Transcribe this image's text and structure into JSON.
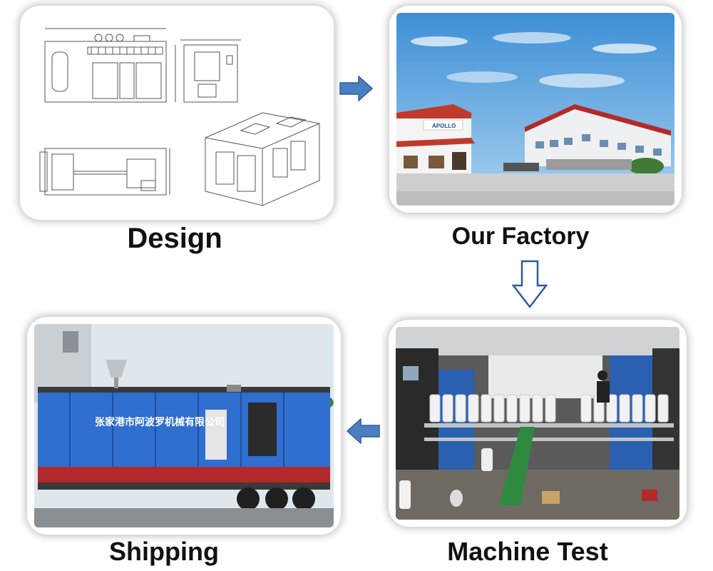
{
  "steps": {
    "design": {
      "label": "Design"
    },
    "factory": {
      "label": "Our Factory",
      "sign_text": "APOLLO"
    },
    "machine_test": {
      "label": "Machine Test"
    },
    "shipping": {
      "label": "Shipping",
      "machine_text": "张家港市阿波罗机械有限公司"
    }
  },
  "arrows": {
    "design_to_factory": "right",
    "factory_to_test": "down",
    "test_to_shipping": "left"
  },
  "colors": {
    "arrow_fill": "#4a7fc1",
    "arrow_stroke": "#2f5b96",
    "machine_blue": "#2f6fd0",
    "sky": "#7fb6e6"
  }
}
